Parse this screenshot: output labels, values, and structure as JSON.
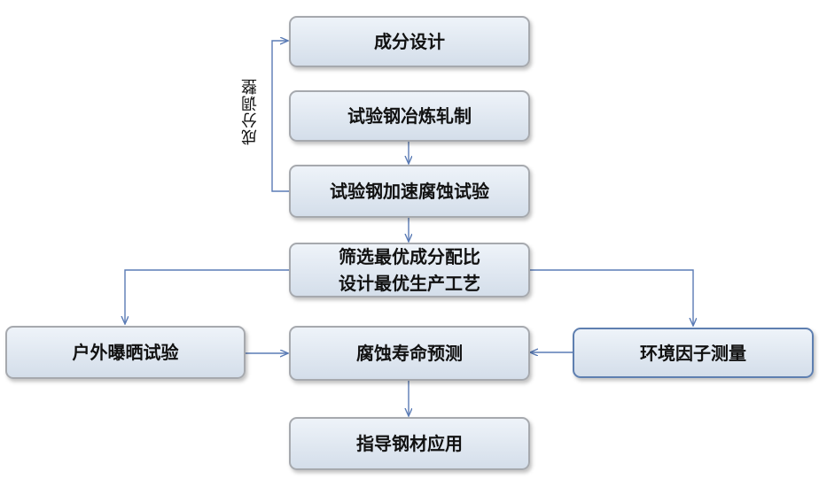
{
  "nodes": {
    "composition_design": "成分设计",
    "smelt_roll": "试验钢冶炼轧制",
    "accel_corrosion": "试验钢加速腐蚀试验",
    "screen_line1": "筛选最优成分配比",
    "screen_line2": "设计最优生产工艺",
    "outdoor_exposure": "户外曝晒试验",
    "life_prediction": "腐蚀寿命预测",
    "env_factor": "环境因子测量",
    "guide_application": "指导钢材应用"
  },
  "feedback_label": "成分调整",
  "colors": {
    "box_border": "#a6a9ae",
    "highlight_border": "#5e7fb0",
    "box_fill_top": "#eef3f9",
    "box_fill_bottom": "#d4deea",
    "connector": "#5a7bb5"
  }
}
